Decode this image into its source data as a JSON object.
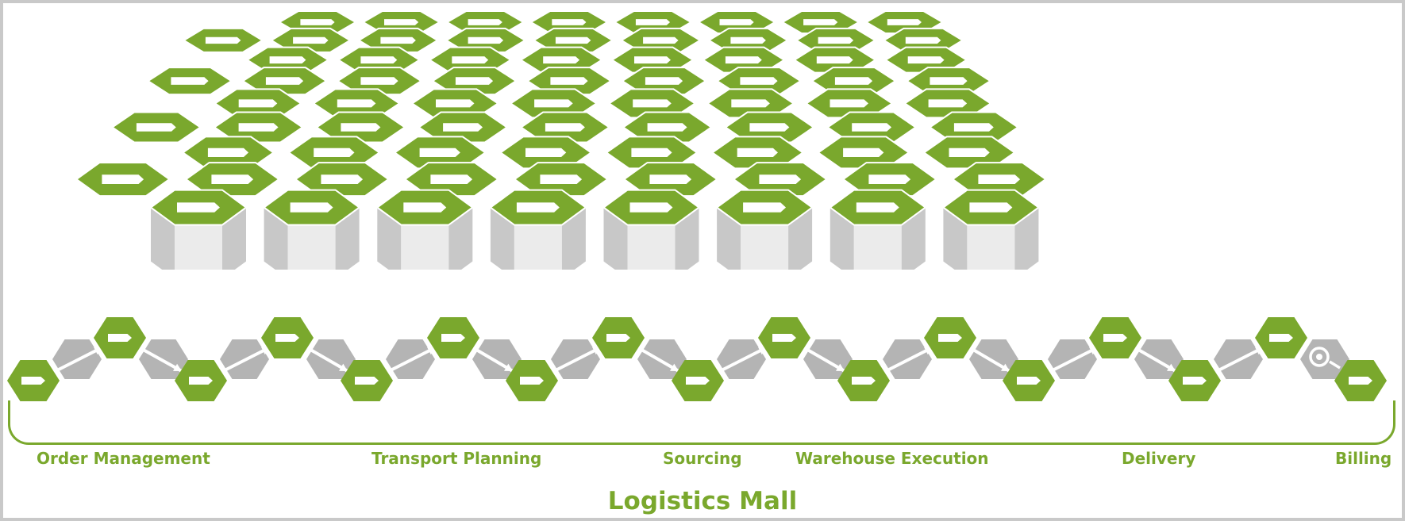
{
  "title": "Logistics Mall",
  "stages": [
    "Order Management",
    "Transport Planning",
    "Sourcing",
    "Warehouse Execution",
    "Delivery",
    "Billing"
  ],
  "colors": {
    "green": "#7aa82d",
    "green_edge": "#6b9a24",
    "grey_hex": "#b4b4b4",
    "side_light": "#ebebeb",
    "side_dark": "#c8c8c8",
    "white": "#ffffff"
  },
  "icons": {
    "hex_tile": "arrow-tag-icon",
    "process_arrow": "diagonal-arrow-icon",
    "final_step": "target-circle-icon"
  }
}
